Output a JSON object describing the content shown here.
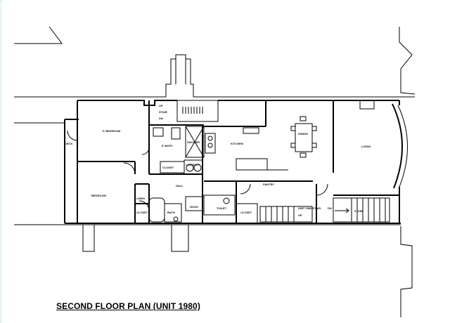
{
  "drawing": {
    "title": "SECOND FLOOR PLAN (UNIT 1980)",
    "line_color": "#000000",
    "edge_marker_color": "#8fd0c8"
  },
  "rooms": {
    "deck": "DECK",
    "p_bedroom": "P. BEDROOM",
    "p_bath": "P. BATH",
    "stair_top": "STAIR",
    "up_top": "UP",
    "dn_top": "DN",
    "shower": "SHOWER",
    "closet_upper": "CLOSET",
    "laundry": "LAUNDRY",
    "kitchen": "KITCHEN",
    "dining": "DINING",
    "living": "LIVING",
    "bedroom": "BEDROOM",
    "linen": "LINEN",
    "closet_left": "CLOSET",
    "bath": "BATH",
    "hall": "HALL",
    "nook": "NOOK",
    "toilet": "TOILET",
    "closet_mid": "CLOSET",
    "pantry": "PANTRY",
    "unit_stair": "UNIT 1982 STAIR",
    "up_bottom": "UP",
    "dn_bottom": "DN",
    "stair_bottom": "STAIR"
  }
}
